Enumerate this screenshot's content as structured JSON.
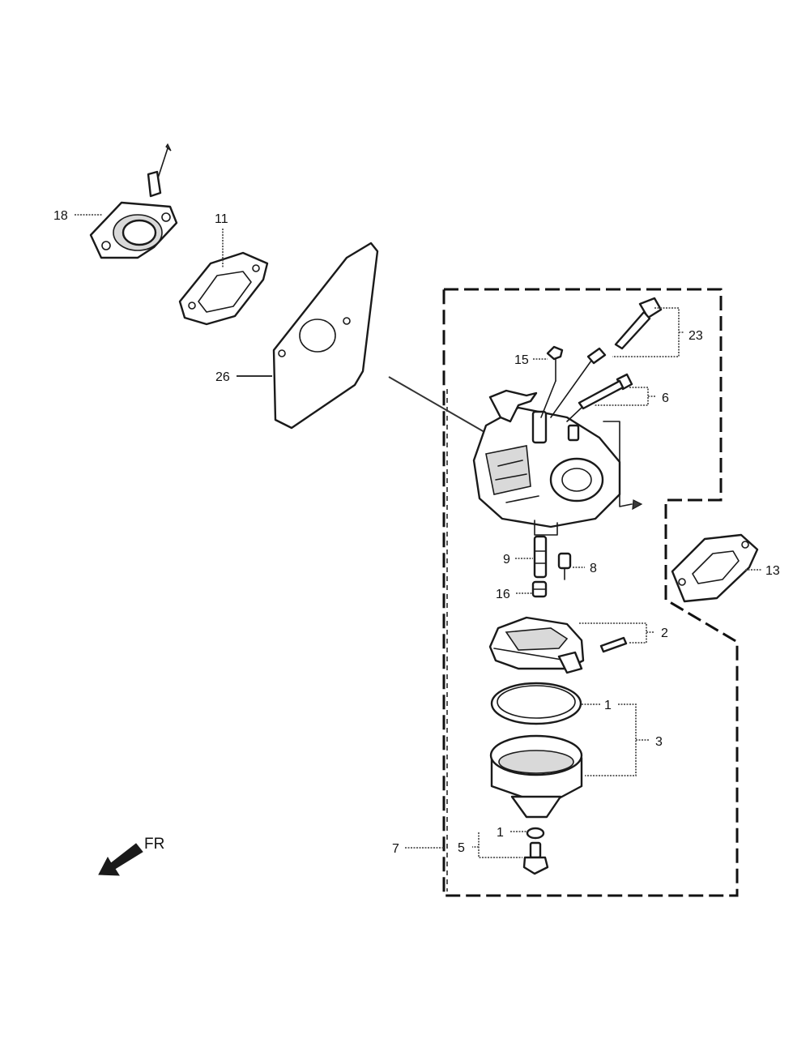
{
  "direction_label": "FR",
  "callouts": {
    "c18": "18",
    "c11": "11",
    "c26": "26",
    "c15": "15",
    "c23": "23",
    "c6": "6",
    "c9": "9",
    "c8": "8",
    "c16": "16",
    "c13": "13",
    "c2": "2",
    "c1a": "1",
    "c3": "3",
    "c1b": "1",
    "c5": "5",
    "c7": "7"
  }
}
